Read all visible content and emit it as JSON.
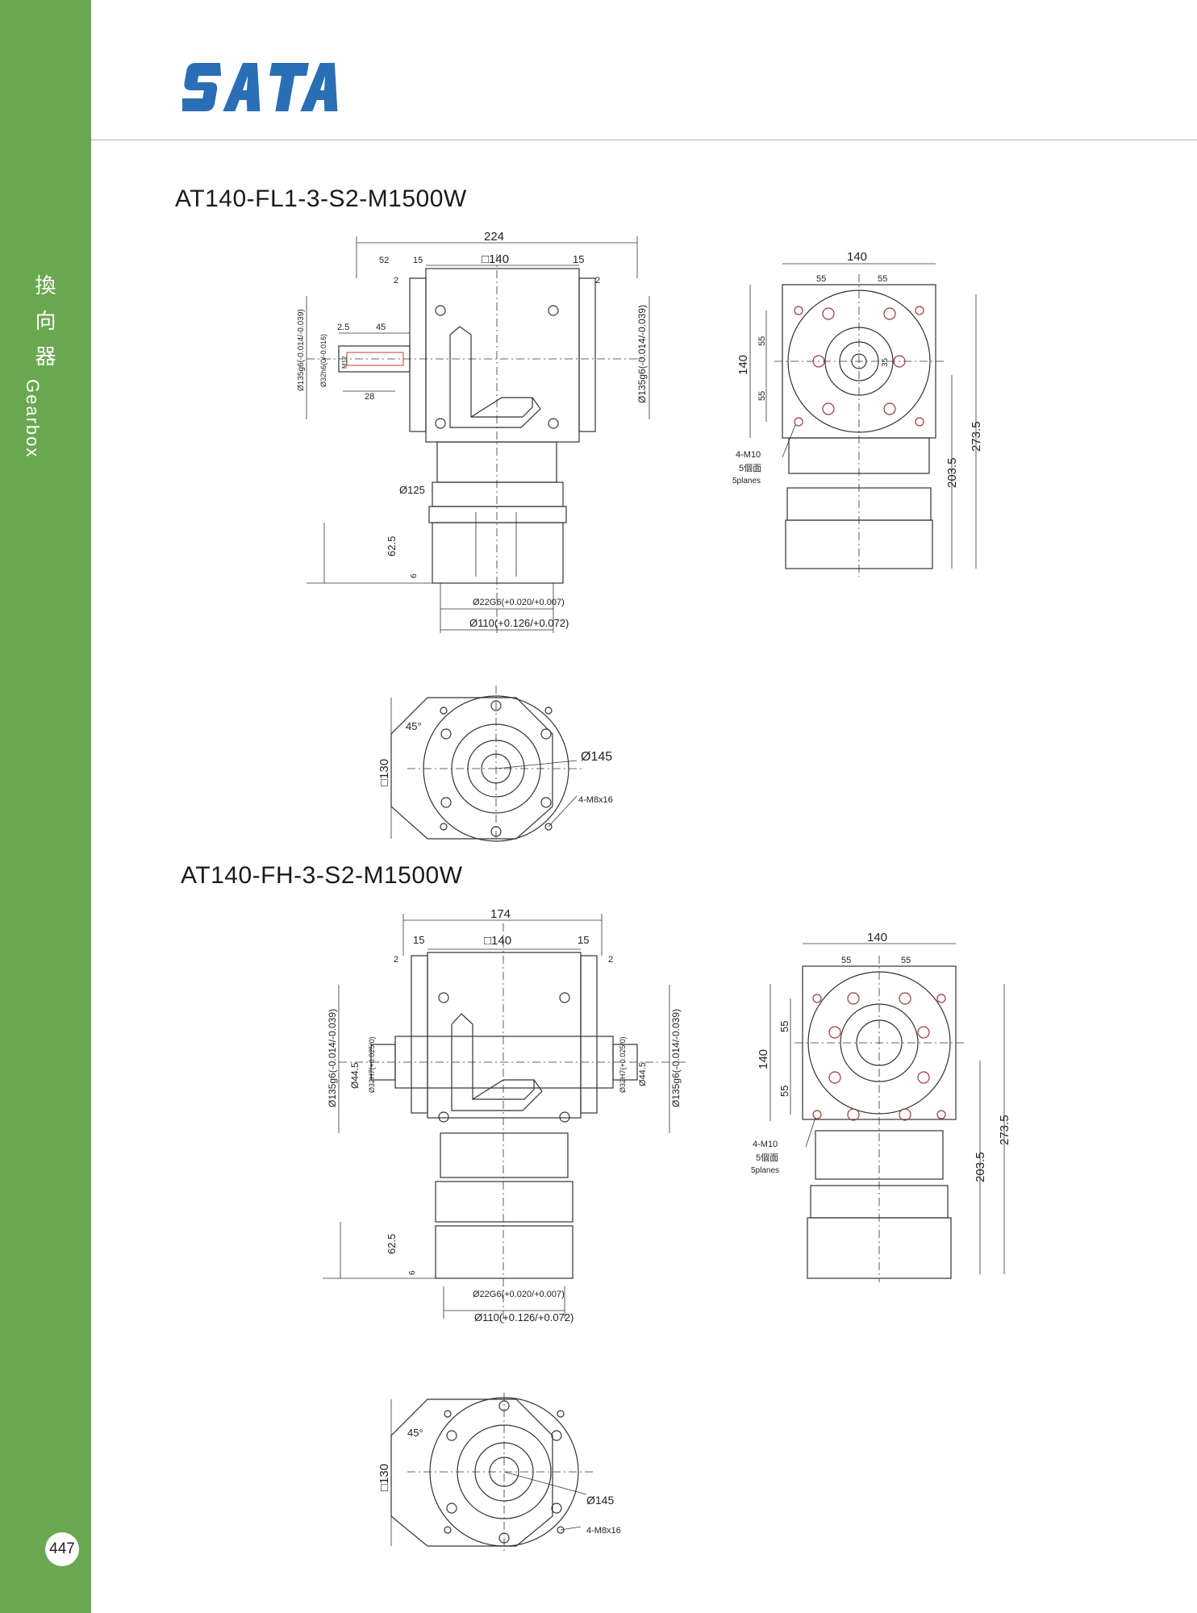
{
  "sidebar": {
    "category_cn": "換向器",
    "category_cn_chars": [
      "換",
      "向",
      "器"
    ],
    "category_en": "Gearbox",
    "page_number": "447",
    "color": "#6aa84f"
  },
  "brand": {
    "logo_text": "SATA",
    "color": "#2a6fb5"
  },
  "drawings": [
    {
      "model": "AT140-FL1-3-S2-M1500W",
      "side_view": {
        "overall": "224",
        "flange_left": "52",
        "gap_left": "15",
        "square": "□140",
        "gap_right": "15",
        "offset_left": "2",
        "offset_right": "2",
        "shaft_step": "2.5",
        "shaft_len": "45",
        "key_len": "28",
        "bore_left": "Ø135g6(-0.014/-0.039)",
        "shaft_dia": "Ø32h6(0/-0.016)",
        "thread": "M12",
        "bore_right": "Ø135g6(-0.014/-0.039)",
        "body_dia": "Ø125",
        "height": "62.5",
        "flange_t": "6",
        "output_shaft": "Ø22G6(+0.020/+0.007)",
        "spigot": "Ø110(+0.126/+0.072)"
      },
      "end_view": {
        "width": "140",
        "pitch_a": "55",
        "pitch_b": "55",
        "height": "140",
        "pitch_v1": "55",
        "pitch_v2": "55",
        "key": "35",
        "tapped": "4-M10",
        "planes_cn": "5個面",
        "planes_en": "5planes",
        "height_mid": "203.5",
        "height_total": "273.5"
      },
      "flange_view": {
        "square": "□130",
        "angle": "45°",
        "pcd": "Ø145",
        "holes": "4-M8x16"
      }
    },
    {
      "model": "AT140-FH-3-S2-M1500W",
      "side_view": {
        "overall": "174",
        "gap_left": "15",
        "square": "□140",
        "gap_right": "15",
        "offset_left": "2",
        "offset_right": "2",
        "bore_left": "Ø135g6(-0.014/-0.039)",
        "hub_left": "Ø44.5",
        "hole_left": "Ø32H7(+0.025/0)",
        "hole_right": "Ø32H7(+0.025/0)",
        "hub_right": "Ø44.5",
        "bore_right": "Ø135g6(-0.014/-0.039)",
        "height": "62.5",
        "flange_t": "6",
        "output_shaft": "Ø22G6(+0.020/+0.007)",
        "spigot": "Ø110(+0.126/+0.072)"
      },
      "end_view": {
        "width": "140",
        "pitch_a": "55",
        "pitch_b": "55",
        "height": "140",
        "pitch_v1": "55",
        "pitch_v2": "55",
        "tapped": "4-M10",
        "planes_cn": "5個面",
        "planes_en": "5planes",
        "height_mid": "203.5",
        "height_total": "273.5"
      },
      "flange_view": {
        "square": "□130",
        "angle": "45°",
        "pcd": "Ø145",
        "holes": "4-M8x16"
      }
    }
  ]
}
